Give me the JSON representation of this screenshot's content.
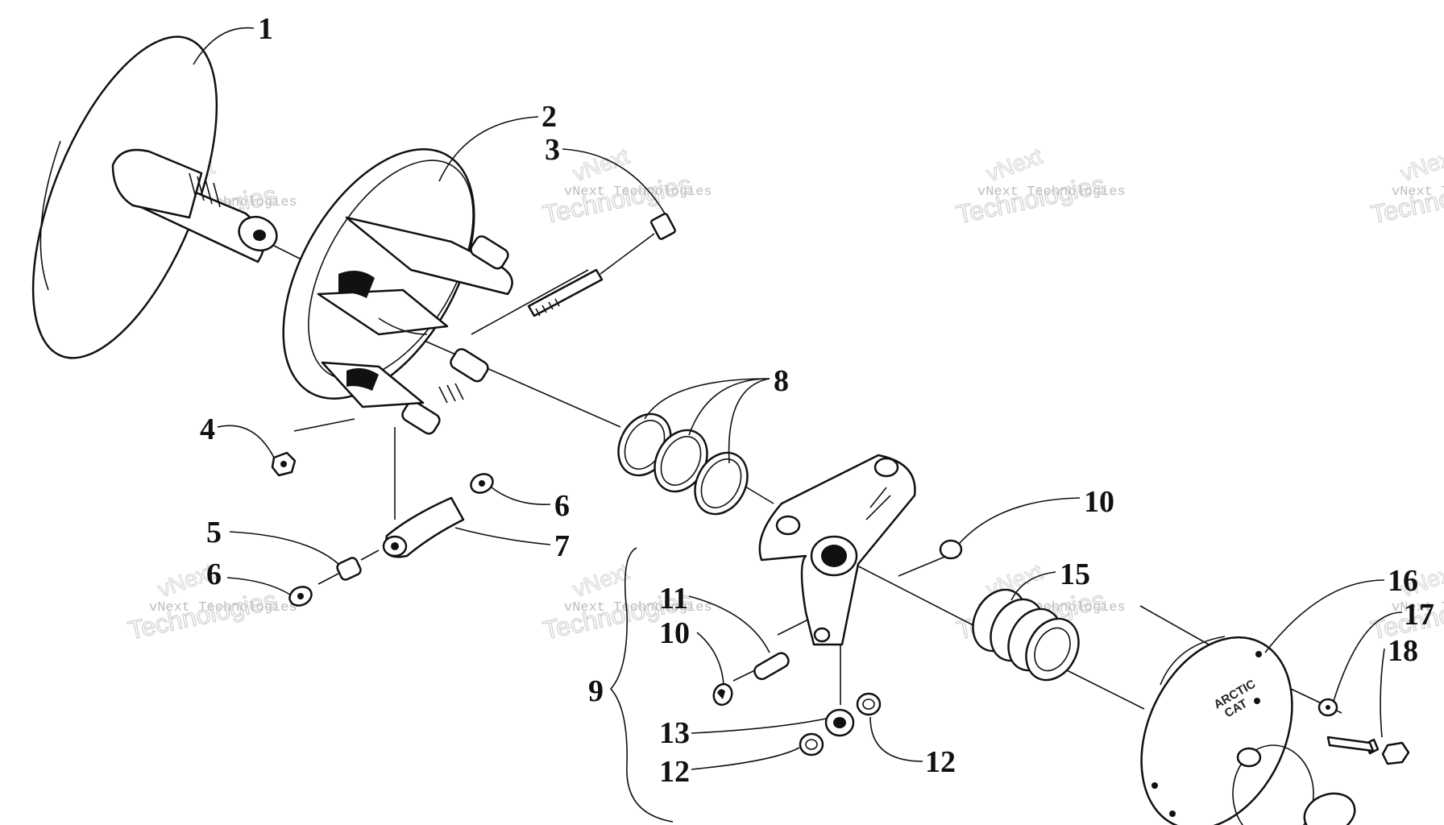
{
  "watermark": {
    "brand": "vNext",
    "line": "vNext Technologies",
    "word": "Technologies"
  },
  "stamp": {
    "line1": "ARCTIC",
    "line2": "CAT"
  },
  "callouts": [
    {
      "id": "c1",
      "label": "1"
    },
    {
      "id": "c2",
      "label": "2"
    },
    {
      "id": "c3",
      "label": "3"
    },
    {
      "id": "c4",
      "label": "4"
    },
    {
      "id": "c5",
      "label": "5"
    },
    {
      "id": "c6a",
      "label": "6"
    },
    {
      "id": "c6b",
      "label": "6"
    },
    {
      "id": "c7",
      "label": "7"
    },
    {
      "id": "c8",
      "label": "8"
    },
    {
      "id": "c9",
      "label": "9"
    },
    {
      "id": "c10a",
      "label": "10"
    },
    {
      "id": "c10b",
      "label": "10"
    },
    {
      "id": "c11",
      "label": "11"
    },
    {
      "id": "c12a",
      "label": "12"
    },
    {
      "id": "c12b",
      "label": "12"
    },
    {
      "id": "c13",
      "label": "13"
    },
    {
      "id": "c15",
      "label": "15"
    },
    {
      "id": "c16",
      "label": "16"
    },
    {
      "id": "c17",
      "label": "17"
    },
    {
      "id": "c18",
      "label": "18"
    }
  ]
}
